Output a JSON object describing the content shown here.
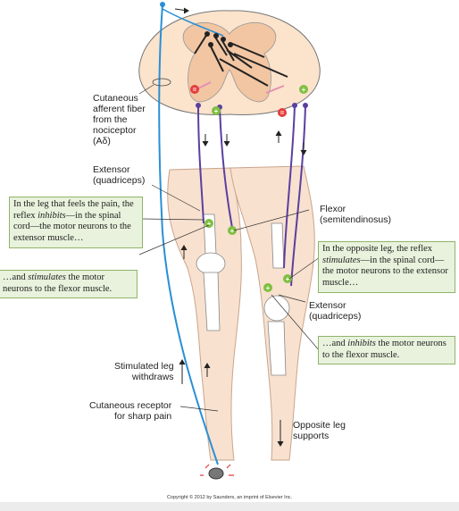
{
  "labels": {
    "afferent": "Cutaneous\nafferent fiber\nfrom the\nnociceptor\n(Aδ)",
    "extensor_left": "Extensor\n(quadriceps)",
    "flexor_right": "Flexor\n(semitendinosus)",
    "extensor_right": "Extensor\n(quadriceps)",
    "stimulated_leg": "Stimulated leg\nwithdraws",
    "receptor": "Cutaneous receptor\nfor sharp pain",
    "opposite_leg": "Opposite leg\nsupports"
  },
  "boxes": {
    "inhibits_left": {
      "pre": "In the leg that feels the pain, the reflex ",
      "em": "inhibits",
      "post": "—in the spinal cord—the motor neurons to the extensor muscle…"
    },
    "stimulates_left": {
      "pre": "…and ",
      "em": "stimulates",
      "post": " the motor neurons to the flexor muscle."
    },
    "stimulates_right": {
      "pre": "In the opposite leg, the reflex ",
      "em": "stimulates",
      "post": "—in the spinal cord—the motor neurons to the extensor muscle…"
    },
    "inhibits_right": {
      "pre": "…and ",
      "em": "inhibits",
      "post": " the motor neurons to the flexor muscle."
    }
  },
  "synapse_signs": {
    "inhibitory": "=",
    "excitatory": "+"
  },
  "copyright": "Copyright © 2012 by Saunders, an imprint of Elsevier Inc.",
  "colors": {
    "afferent": "#2a8fd6",
    "motor": "#5b3fa0",
    "interneuron": "#e58fb2",
    "gray_matter": "#f2c6a2",
    "skin": "#f8e1cf",
    "box_fill": "#e8f2dc",
    "box_border": "#8fb46a"
  }
}
